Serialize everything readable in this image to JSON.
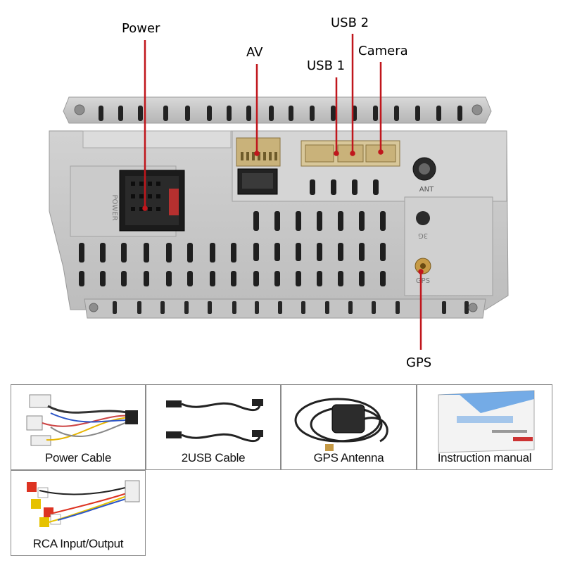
{
  "callouts": {
    "power": "Power",
    "av": "AV",
    "usb1": "USB 1",
    "usb2": "USB 2",
    "camera": "Camera",
    "gps": "GPS"
  },
  "unit_markings": {
    "power": "POWER",
    "ant": "ANT",
    "g3": "3G",
    "gps": "GPS"
  },
  "accessories": [
    {
      "caption": "Power Cable"
    },
    {
      "caption": "2USB  Cable"
    },
    {
      "caption": "GPS  Antenna"
    },
    {
      "caption": "Instruction manual"
    },
    {
      "caption": "RCA Input/Output"
    }
  ],
  "colors": {
    "callout_line": "#c0161c",
    "chassis": "#cfcfcf",
    "cell_border": "#8a8a8a"
  }
}
